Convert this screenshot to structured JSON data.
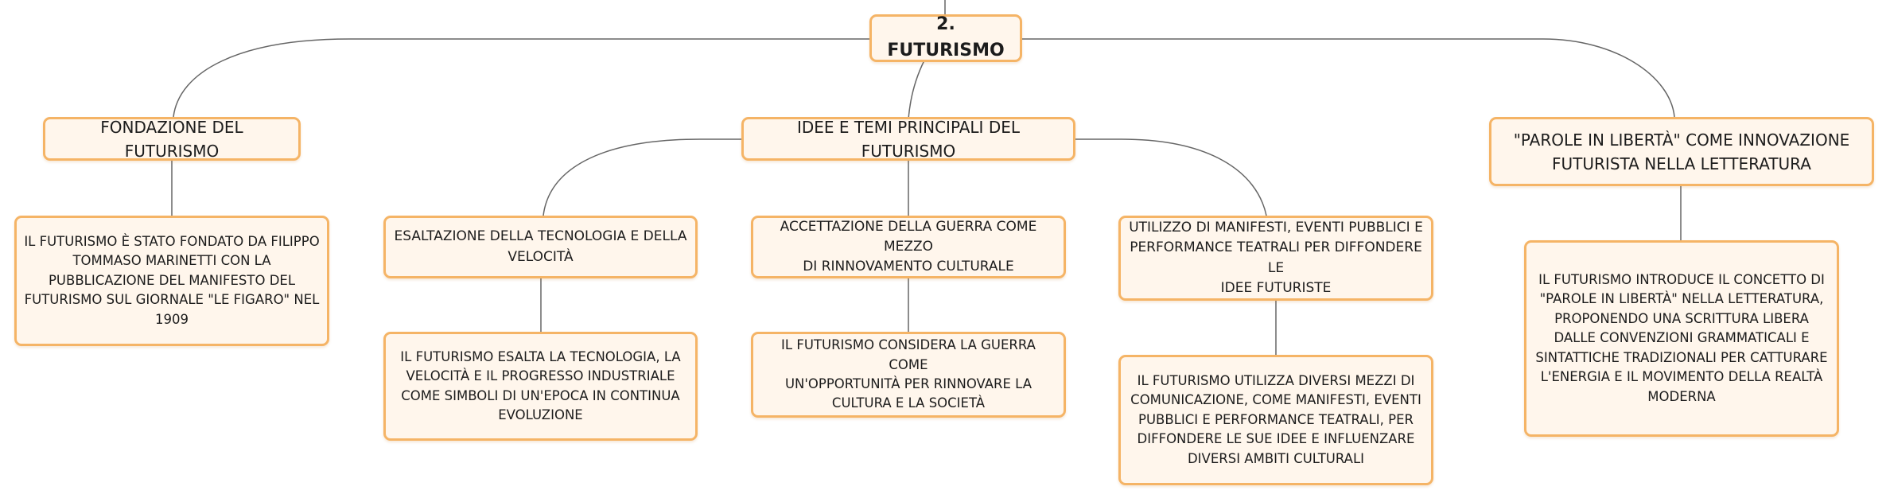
{
  "colors": {
    "node_fill": "#fff6ec",
    "node_border": "#f5b466",
    "connector": "#666666"
  },
  "root": "2. FUTURISMO",
  "branches": {
    "fondazione": {
      "title": "FONDAZIONE DEL FUTURISMO",
      "detail": "IL FUTURISMO È STATO FONDATO DA FILIPPO\nTOMMASO MARINETTI CON LA\nPUBBLICAZIONE DEL MANIFESTO DEL\nFUTURISMO SUL GIORNALE \"LE FIGARO\" NEL\n1909"
    },
    "idee": {
      "title": "IDEE E TEMI PRINCIPALI DEL FUTURISMO",
      "subtopics": [
        {
          "title": "ESALTAZIONE DELLA TECNOLOGIA E DELLA\nVELOCITÀ",
          "detail": "IL FUTURISMO ESALTA LA TECNOLOGIA, LA\nVELOCITÀ E IL PROGRESSO INDUSTRIALE\nCOME SIMBOLI DI UN'EPOCA IN CONTINUA\nEVOLUZIONE"
        },
        {
          "title": "ACCETTAZIONE DELLA GUERRA COME MEZZO\nDI RINNOVAMENTO CULTURALE",
          "detail": "IL FUTURISMO CONSIDERA LA GUERRA COME\nUN'OPPORTUNITÀ PER RINNOVARE LA\nCULTURA E LA SOCIETÀ"
        },
        {
          "title": "UTILIZZO DI MANIFESTI, EVENTI PUBBLICI E\nPERFORMANCE TEATRALI PER DIFFONDERE LE\nIDEE FUTURISTE",
          "detail": "IL FUTURISMO UTILIZZA DIVERSI MEZZI DI\nCOMUNICAZIONE, COME MANIFESTI, EVENTI\nPUBBLICI E PERFORMANCE TEATRALI, PER\nDIFFONDERE LE SUE IDEE E INFLUENZARE\nDIVERSI AMBITI CULTURALI"
        }
      ]
    },
    "parole": {
      "title": "\"PAROLE IN LIBERTÀ\" COME INNOVAZIONE\nFUTURISTA NELLA LETTERATURA",
      "detail": "IL FUTURISMO INTRODUCE IL CONCETTO DI\n\"PAROLE IN LIBERTÀ\" NELLA LETTERATURA,\nPROPONENDO UNA SCRITTURA LIBERA\nDALLE CONVENZIONI GRAMMATICALI E\nSINTATTICHE TRADIZIONALI PER CATTURARE\nL'ENERGIA E IL MOVIMENTO DELLA REALTÀ\nMODERNA"
    }
  }
}
